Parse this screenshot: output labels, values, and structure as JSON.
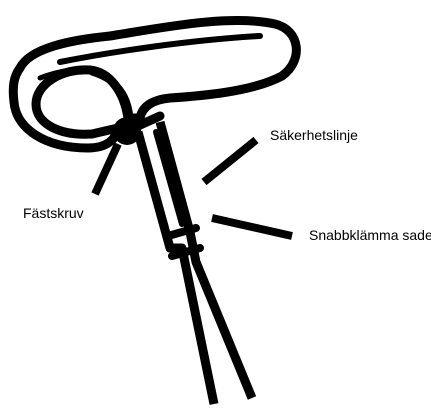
{
  "labels": {
    "fastskruv": "Fästskruv",
    "sakerhetslinje": "Säkerhetslinje",
    "snabbklamma": "Snabbklämma sadel"
  },
  "colors": {
    "ink": "#000000",
    "background": "#ffffff"
  }
}
